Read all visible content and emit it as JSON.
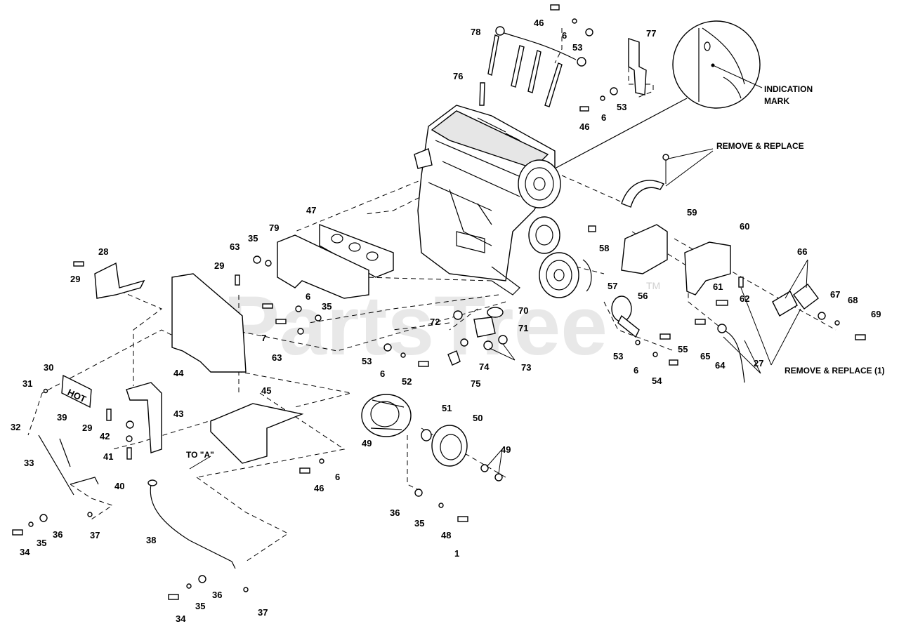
{
  "watermark": {
    "text": "PartsTree",
    "tm": "TM"
  },
  "hot_label": "HOT",
  "notes": {
    "indication_mark": [
      "INDICATION",
      "MARK"
    ],
    "remove_replace": "REMOVE & REPLACE",
    "remove_replace_1": "REMOVE & REPLACE (1)",
    "to_a": "TO \"A\""
  },
  "figure_number": "1",
  "callouts": [
    "46",
    "6",
    "78",
    "53",
    "77",
    "76",
    "46",
    "6",
    "53",
    "59",
    "60",
    "66",
    "67",
    "68",
    "69",
    "61",
    "62",
    "58",
    "57",
    "56",
    "55",
    "53",
    "6",
    "54",
    "65",
    "64",
    "27",
    "47",
    "79",
    "35",
    "63",
    "29",
    "28",
    "29",
    "6",
    "35",
    "7",
    "63",
    "44",
    "53",
    "6",
    "52",
    "70",
    "71",
    "72",
    "73",
    "74",
    "75",
    "30",
    "31",
    "43",
    "29",
    "42",
    "41",
    "40",
    "45",
    "39",
    "32",
    "33",
    "49",
    "51",
    "50",
    "49",
    "46",
    "6",
    "36",
    "35",
    "48",
    "34",
    "35",
    "36",
    "37",
    "38",
    "36",
    "35",
    "34",
    "37"
  ]
}
